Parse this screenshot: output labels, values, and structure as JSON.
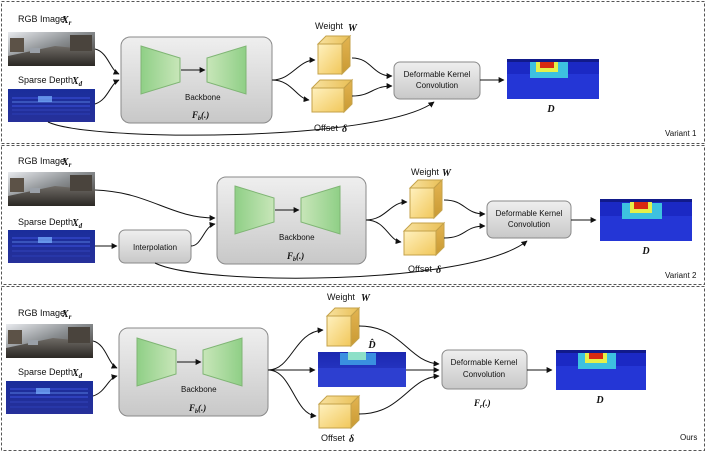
{
  "panels": [
    {
      "variant_label": "Variant 1",
      "rgb_label": "RGB Image",
      "rgb_symbol": "X",
      "rgb_sub": "r",
      "depth_label": "Sparse Depth",
      "depth_symbol": "X",
      "depth_sub": "d",
      "backbone_label": "Backbone",
      "backbone_func": "F",
      "backbone_func_sub": "b",
      "backbone_func_arg": "(.)",
      "weight_label": "Weight",
      "weight_symbol": "W",
      "offset_label": "Offset",
      "offset_symbol": "δ",
      "dkc_line1": "Deformable Kernel",
      "dkc_line2": "Convolution",
      "output_symbol": "D"
    },
    {
      "variant_label": "Variant 2",
      "rgb_label": "RGB Image",
      "rgb_symbol": "X",
      "rgb_sub": "r",
      "depth_label": "Sparse Depth",
      "depth_symbol": "X",
      "depth_sub": "d",
      "interp_label": "Interpolation",
      "backbone_label": "Backbone",
      "backbone_func": "F",
      "backbone_func_sub": "b",
      "backbone_func_arg": "(.)",
      "weight_label": "Weight",
      "weight_symbol": "W",
      "offset_label": "Offset",
      "offset_symbol": "δ",
      "dkc_line1": "Deformable Kernel",
      "dkc_line2": "Convolution",
      "output_symbol": "D"
    },
    {
      "variant_label": "Ours",
      "rgb_label": "RGB Image",
      "rgb_symbol": "X",
      "rgb_sub": "r",
      "depth_label": "Sparse Depth",
      "depth_symbol": "X",
      "depth_sub": "d",
      "backbone_label": "Backbone",
      "backbone_func": "F",
      "backbone_func_sub": "b",
      "backbone_func_arg": "(.)",
      "weight_label": "Weight",
      "weight_symbol": "W",
      "coarse_symbol": "D̂",
      "offset_label": "Offset",
      "offset_symbol": "δ",
      "dkc_line1": "Deformable Kernel",
      "dkc_line2": "Convolution",
      "refine_func": "F",
      "refine_func_sub": "r",
      "refine_func_arg": "(.)",
      "output_symbol": "D"
    }
  ],
  "colors": {
    "panel_border": "#555555",
    "backbone_box": "#d9d9d9",
    "encoder_green": "#a9d59a",
    "cube_yellow": "#f6d57b",
    "dkc_box": "#cfcfcf",
    "depth_blue": "#1c2fa8",
    "depth_red": "#d92a10"
  }
}
